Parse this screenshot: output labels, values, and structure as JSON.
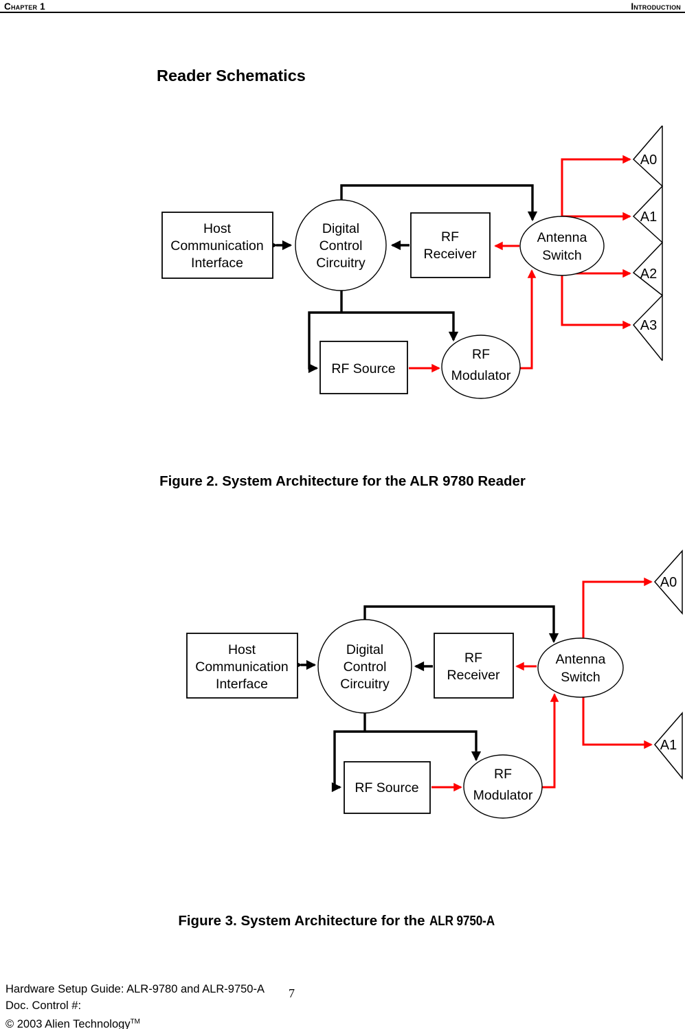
{
  "header": {
    "chapter": "Chapter 1",
    "section": "Introduction"
  },
  "title": "Reader Schematics",
  "colors": {
    "connector_black": "#000000",
    "connector_red": "#ff0000"
  },
  "fig2": {
    "caption": "Figure 2. System Architecture for the ALR 9780 Reader",
    "host_interface": [
      "Host",
      "Communication",
      "Interface"
    ],
    "digital_control": [
      "Digital",
      "Control",
      "Circuitry"
    ],
    "rf_receiver": [
      "RF",
      "Receiver"
    ],
    "antenna_switch": [
      "Antenna",
      "Switch"
    ],
    "rf_source": "RF Source",
    "rf_modulator": [
      "RF",
      "Modulator"
    ],
    "antennas": [
      "A0",
      "A1",
      "A2",
      "A3"
    ]
  },
  "fig3": {
    "caption_prefix": "Figure 3. System Architecture for the",
    "caption_model": "ALR 9750-A",
    "host_interface": [
      "Host",
      "Communication",
      "Interface"
    ],
    "digital_control": [
      "Digital",
      "Control",
      "Circuitry"
    ],
    "rf_receiver": [
      "RF",
      "Receiver"
    ],
    "antenna_switch": [
      "Antenna",
      "Switch"
    ],
    "rf_source": "RF Source",
    "rf_modulator": [
      "RF",
      "Modulator"
    ],
    "antennas": [
      "A0",
      "A1"
    ]
  },
  "footer": {
    "guide": "Hardware Setup Guide: ALR-9780 and ALR-9750-A",
    "doc_control": "Doc. Control #:",
    "copyright": "© 2003 Alien Technology",
    "trademark": "TM",
    "page_number": "7"
  }
}
